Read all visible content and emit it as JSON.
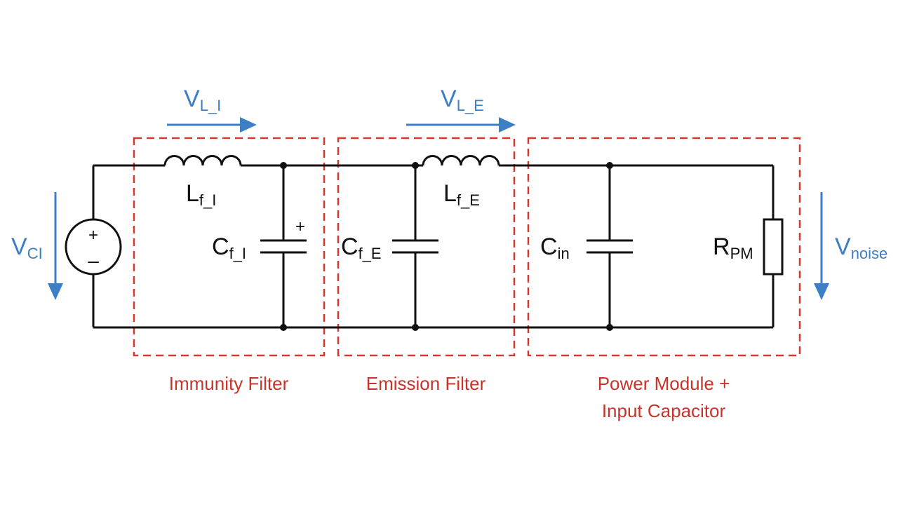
{
  "colors": {
    "wire": "#111111",
    "box": "#d23a30",
    "box_label": "#c8342b",
    "voltage": "#3d7fc4"
  },
  "icons": {
    "source": "voltage-source-icon",
    "inductor": "inductor-icon",
    "capacitor": "capacitor-icon",
    "resistor": "resistor-icon",
    "arrow": "arrow-icon"
  },
  "source": {
    "plus": "+",
    "minus": "–"
  },
  "voltages": {
    "v_ci": {
      "main": "V",
      "sub": "CI"
    },
    "v_l_i": {
      "main": "V",
      "sub": "L_I"
    },
    "v_l_e": {
      "main": "V",
      "sub": "L_E"
    },
    "v_noise": {
      "main": "V",
      "sub": "noise"
    }
  },
  "components": {
    "l_f_i": {
      "main": "L",
      "sub": "f_I"
    },
    "c_f_i": {
      "main": "C",
      "sub": "f_I",
      "polarity": "+"
    },
    "l_f_e": {
      "main": "L",
      "sub": "f_E"
    },
    "c_f_e": {
      "main": "C",
      "sub": "f_E"
    },
    "c_in": {
      "main": "C",
      "sub": "in"
    },
    "r_pm": {
      "main": "R",
      "sub": "PM"
    }
  },
  "blocks": {
    "immunity": {
      "label": "Immunity Filter"
    },
    "emission": {
      "label": "Emission Filter"
    },
    "power": {
      "label_line1": "Power Module +",
      "label_line2": "Input Capacitor"
    }
  }
}
